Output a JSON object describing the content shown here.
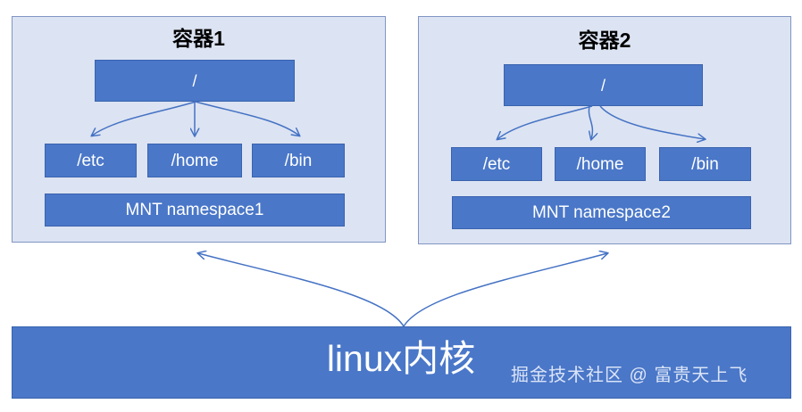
{
  "diagram": {
    "type": "block-diagram",
    "background": "#ffffff",
    "colors": {
      "panel_fill": "#dce3f2",
      "panel_border": "#8196c4",
      "node_fill": "#4a77c8",
      "node_border": "#3a63ae",
      "arrow": "#4472c4",
      "title_text": "#000000",
      "node_text": "#ffffff",
      "watermark_text": "#e8eefc"
    },
    "containers": [
      {
        "title": "容器1",
        "root": "/",
        "children": [
          "/etc",
          "/home",
          "/bin"
        ],
        "namespace": "MNT namespace1"
      },
      {
        "title": "容器2",
        "root": "/",
        "children": [
          "/etc",
          "/home",
          "/bin"
        ],
        "namespace": "MNT namespace2"
      }
    ],
    "kernel": {
      "label": "linux内核"
    },
    "watermark": {
      "text": "掘金技术社区 @ 富贵天上飞"
    }
  }
}
